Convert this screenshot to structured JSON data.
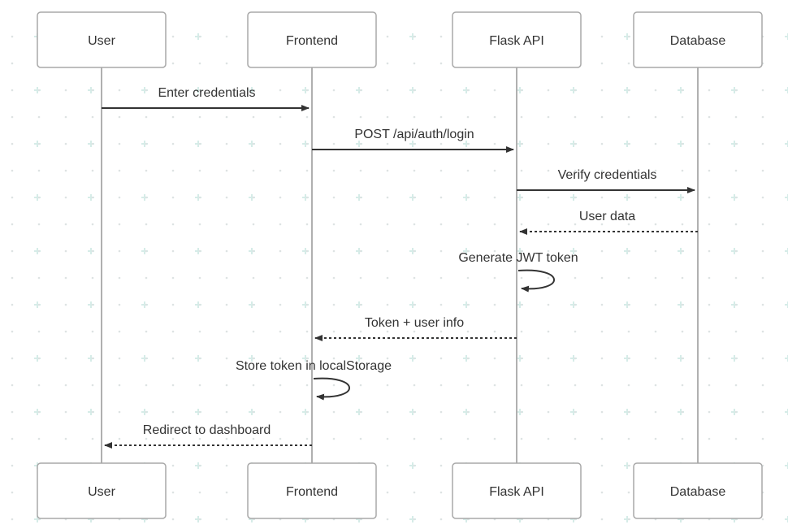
{
  "diagram": {
    "type": "sequence",
    "colors": {
      "line": "#333333",
      "lifeline": "#b0b0b0",
      "box_border": "#a8a8a8",
      "text": "#333333",
      "grid_plus": "#d6ece8",
      "grid_dot": "#dde3e3"
    },
    "participants": [
      {
        "id": "user",
        "label": "User"
      },
      {
        "id": "frontend",
        "label": "Frontend"
      },
      {
        "id": "api",
        "label": "Flask API"
      },
      {
        "id": "db",
        "label": "Database"
      }
    ],
    "messages": [
      {
        "from": "user",
        "to": "frontend",
        "label": "Enter credentials",
        "style": "solid"
      },
      {
        "from": "frontend",
        "to": "api",
        "label": "POST /api/auth/login",
        "style": "solid"
      },
      {
        "from": "api",
        "to": "db",
        "label": "Verify credentials",
        "style": "solid"
      },
      {
        "from": "db",
        "to": "api",
        "label": "User data",
        "style": "dashed"
      },
      {
        "from": "api",
        "to": "api",
        "label": "Generate JWT token",
        "style": "self"
      },
      {
        "from": "api",
        "to": "frontend",
        "label": "Token + user info",
        "style": "dashed"
      },
      {
        "from": "frontend",
        "to": "frontend",
        "label": "Store token in localStorage",
        "style": "self"
      },
      {
        "from": "frontend",
        "to": "user",
        "label": "Redirect to dashboard",
        "style": "dashed"
      }
    ]
  }
}
